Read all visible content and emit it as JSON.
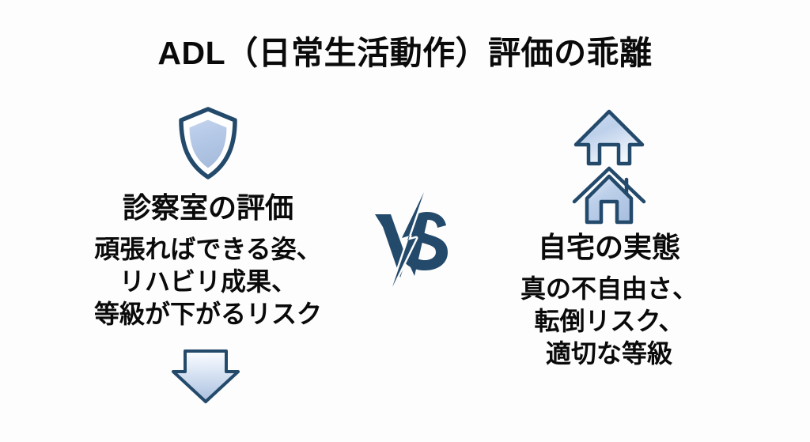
{
  "slide": {
    "background_color": "#fdfdfd",
    "title": "ADL（日常生活動作）評価の乖離",
    "accent_dark": "#23496b",
    "accent_light": "#b4c8e6",
    "text_color": "#0a0a0a"
  },
  "left": {
    "icon": "shield-icon",
    "heading": "診察室の評価",
    "body_lines": [
      "頑張ればできる姿、",
      "リハビリ成果、",
      "等級が下がるリスク"
    ],
    "footer_icon": "arrow-down-icon"
  },
  "center": {
    "label": "VS",
    "icon": "lightning-bolt-icon",
    "color": "#23496b"
  },
  "right": {
    "icon": "house-with-up-arrow-icon",
    "heading": "自宅の実態",
    "body_lines": [
      "真の不自由さ、",
      "転倒リスク、",
      "適切な等級"
    ]
  }
}
